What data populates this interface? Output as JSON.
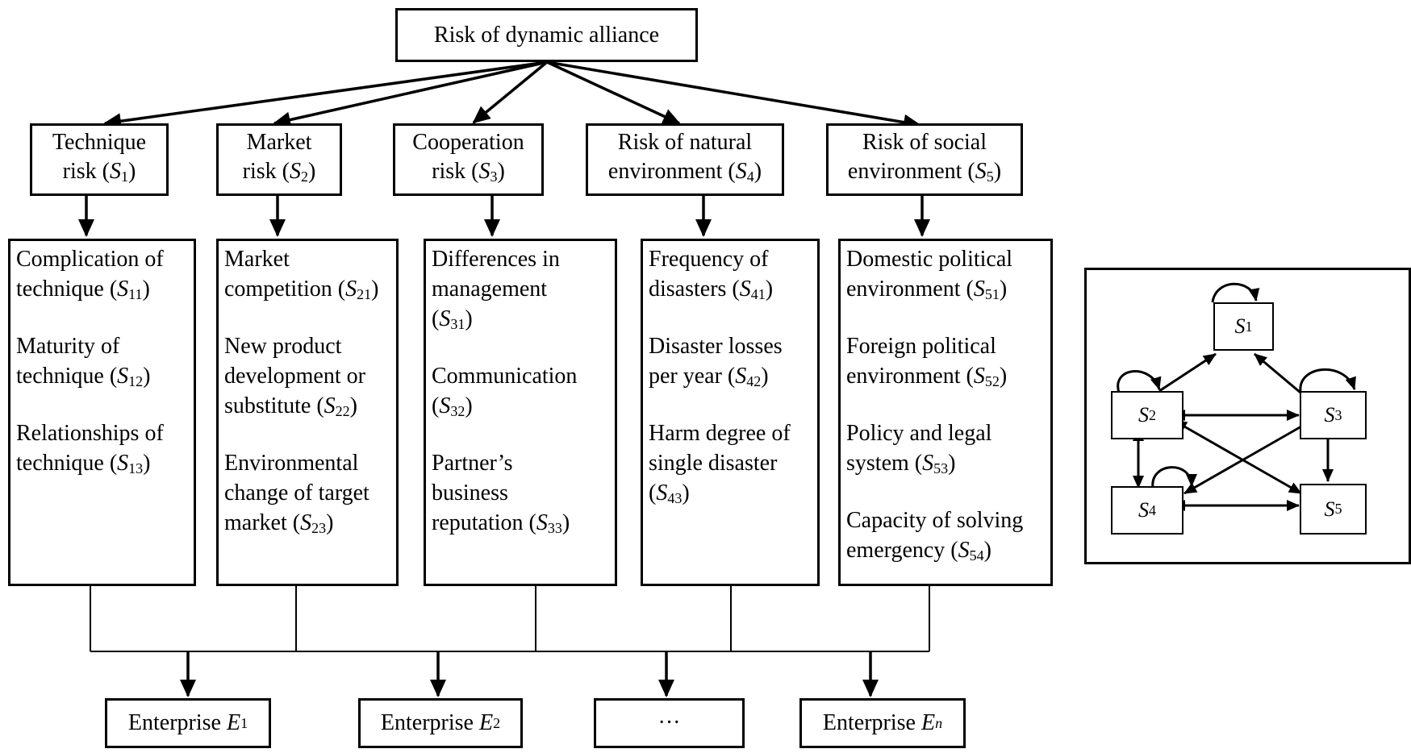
{
  "root": {
    "label": "Risk of dynamic alliance"
  },
  "categories": [
    {
      "line1": "Technique",
      "line2": "risk (",
      "sym": "S",
      "sub": "1",
      "close": ")",
      "items": [
        {
          "lines": [
            "Complication of"
          ],
          "last": "technique (",
          "sub": "11"
        },
        {
          "lines": [
            "Maturity of"
          ],
          "last": "technique (",
          "sub": "12"
        },
        {
          "lines": [
            "Relationships of"
          ],
          "last": "technique (",
          "sub": "13"
        }
      ]
    },
    {
      "line1": "Market",
      "line2": "risk (",
      "sym": "S",
      "sub": "2",
      "close": ")",
      "items": [
        {
          "lines": [
            "Market"
          ],
          "last": "competition (",
          "sub": "21"
        },
        {
          "lines": [
            "New product",
            "development or"
          ],
          "last": "substitute (",
          "sub": "22"
        },
        {
          "lines": [
            "Environmental",
            "change of target"
          ],
          "last": "market (",
          "sub": "23"
        }
      ]
    },
    {
      "line1": "Cooperation",
      "line2": "risk (",
      "sym": "S",
      "sub": "3",
      "close": ")",
      "items": [
        {
          "lines": [
            "Differences in",
            "management"
          ],
          "last": "(",
          "sub": "31"
        },
        {
          "lines": [
            "Communication"
          ],
          "last": "(",
          "sub": "32"
        },
        {
          "lines": [
            "Partner’s",
            "business"
          ],
          "last": "reputation (",
          "sub": "33"
        }
      ]
    },
    {
      "line1": "Risk of natural",
      "line2": "environment (",
      "sym": "S",
      "sub": "4",
      "close": ")",
      "items": [
        {
          "lines": [
            "Frequency of"
          ],
          "last": "disasters (",
          "sub": "41"
        },
        {
          "lines": [
            "Disaster losses"
          ],
          "last": "per year (",
          "sub": "42"
        },
        {
          "lines": [
            "Harm degree of",
            "single disaster"
          ],
          "last": "(",
          "sub": "43"
        }
      ]
    },
    {
      "line1": "Risk of social",
      "line2": "environment (",
      "sym": "S",
      "sub": "5",
      "close": ")",
      "items": [
        {
          "lines": [
            "Domestic political"
          ],
          "last": "environment (",
          "sub": "51"
        },
        {
          "lines": [
            "Foreign political"
          ],
          "last": "environment (",
          "sub": "52"
        },
        {
          "lines": [
            "Policy and legal"
          ],
          "last": "system (",
          "sub": "53"
        },
        {
          "lines": [
            "Capacity of solving"
          ],
          "last": "emergency (",
          "sub": "54"
        }
      ]
    }
  ],
  "enterprises": [
    {
      "label": "Enterprise ",
      "sym": "E",
      "sub": "1"
    },
    {
      "label": "Enterprise ",
      "sym": "E",
      "sub": "2"
    },
    {
      "label": "···",
      "sym": "",
      "sub": ""
    },
    {
      "label": "Enterprise ",
      "sym": "E",
      "sub": "n"
    }
  ],
  "inset": {
    "nodes": [
      {
        "sym": "S",
        "sub": "1"
      },
      {
        "sym": "S",
        "sub": "2"
      },
      {
        "sym": "S",
        "sub": "3"
      },
      {
        "sym": "S",
        "sub": "4"
      },
      {
        "sym": "S",
        "sub": "5"
      }
    ]
  },
  "colors": {
    "line": "#000000",
    "background": "#ffffff"
  }
}
